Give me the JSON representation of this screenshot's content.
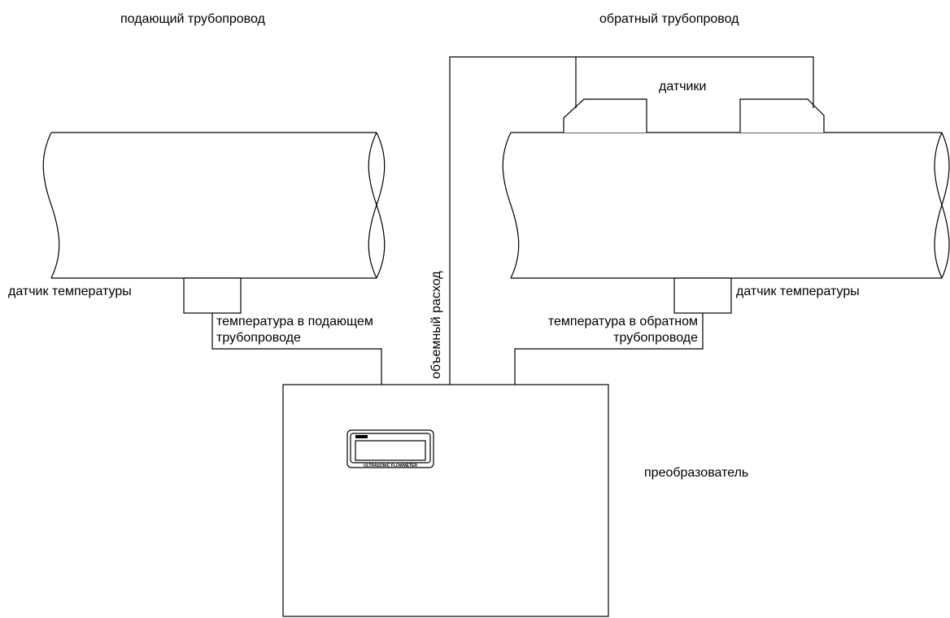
{
  "labels": {
    "supply_pipe": "подающий трубопровод",
    "return_pipe": "обратный трубопровод",
    "sensors": "датчики",
    "temp_sensor_left": "датчик температуры",
    "temp_sensor_right": "датчик температуры",
    "supply_temp_line1": "температура в подающем",
    "supply_temp_line2": "трубопроводе",
    "return_temp_line1": "температура в обратном",
    "return_temp_line2": "трубопроводе",
    "volume_flow": "объемный расход",
    "converter": "преобразователь"
  },
  "display": {
    "caption": "ULTRASONIC FLOWMETER"
  },
  "colors": {
    "line": "#000000",
    "background": "#ffffff"
  }
}
